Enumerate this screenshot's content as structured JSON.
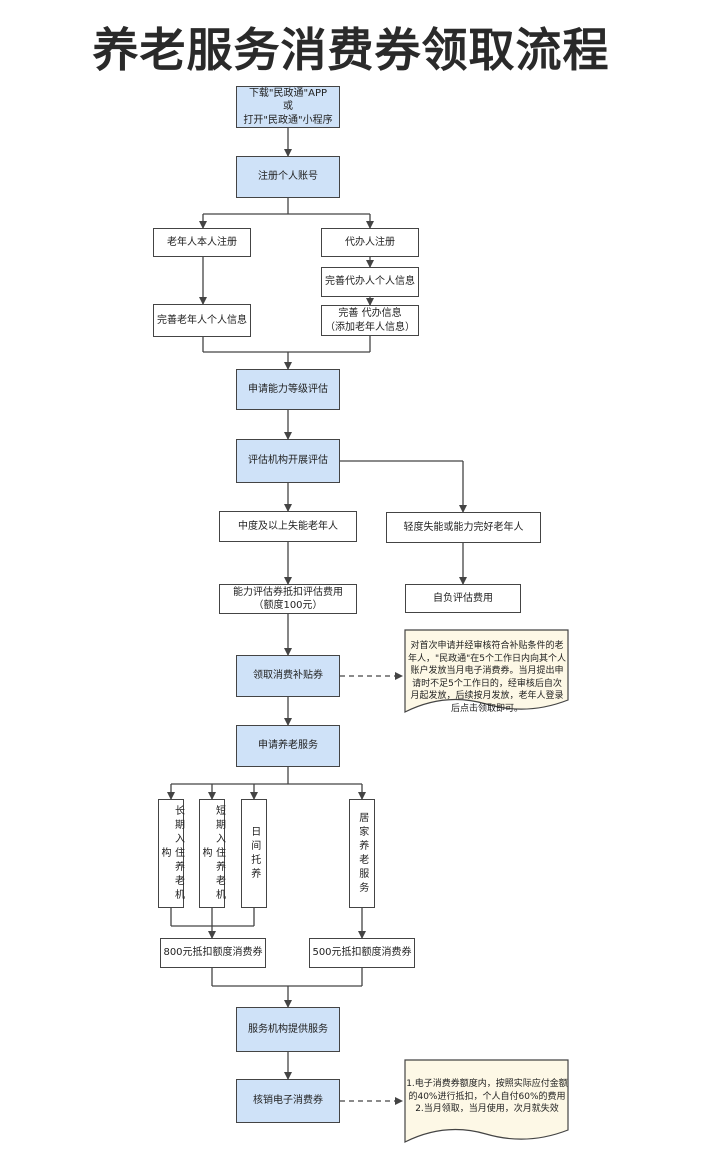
{
  "title": "养老服务消费券领取流程",
  "nodes": {
    "download_app": "下载\"民政通\"APP\n或\n打开\"民政通\"小程序",
    "register": "注册个人账号",
    "elder_register": "老年人本人注册",
    "agent_register": "代办人注册",
    "agent_info": "完善代办人个人信息",
    "elder_info": "完善老年人个人信息",
    "agent_info_plus": "完善 代办信息\n（添加老年人信息）",
    "apply_assessment": "申请能力等级评估",
    "conduct_assessment": "评估机构开展评估",
    "moderate_disabled": "中度及以上失能老年人",
    "mild_or_healthy": "轻度失能或能力完好老年人",
    "voucher_offset": "能力评估券抵扣评估费用\n（额度100元）",
    "self_pay": "自负评估费用",
    "receive_voucher": "领取消费补贴券",
    "apply_service": "申请养老服务",
    "long_term": "长期入住养老机构",
    "short_term": "短期入住养老机构",
    "day_care": "日间托养",
    "home_care": "居家养老服务",
    "voucher_800": "800元抵扣额度消费券",
    "voucher_500": "500元抵扣额度消费券",
    "provide_service": "服务机构提供服务",
    "redeem": "核销电子消费券"
  },
  "notes": {
    "voucher_note": "对首次申请并经审核符合补贴条件的老年人，\"民政通\"在5个工作日内向其个人账户发放当月电子消费券。当月提出申请时不足5个工作日的，经审核后自次月起发放，后续按月发放，老年人登录后点击领取即可。",
    "redeem_note": "1.电子消费券额度内，按照实际应付金额的40%进行抵扣，个人自付60%的费用\n2.当月领取，当月使用，次月就失效"
  },
  "colors": {
    "process_fill": "#cfe2f8",
    "note_fill": "#fdf8e6",
    "line": "#444444"
  }
}
